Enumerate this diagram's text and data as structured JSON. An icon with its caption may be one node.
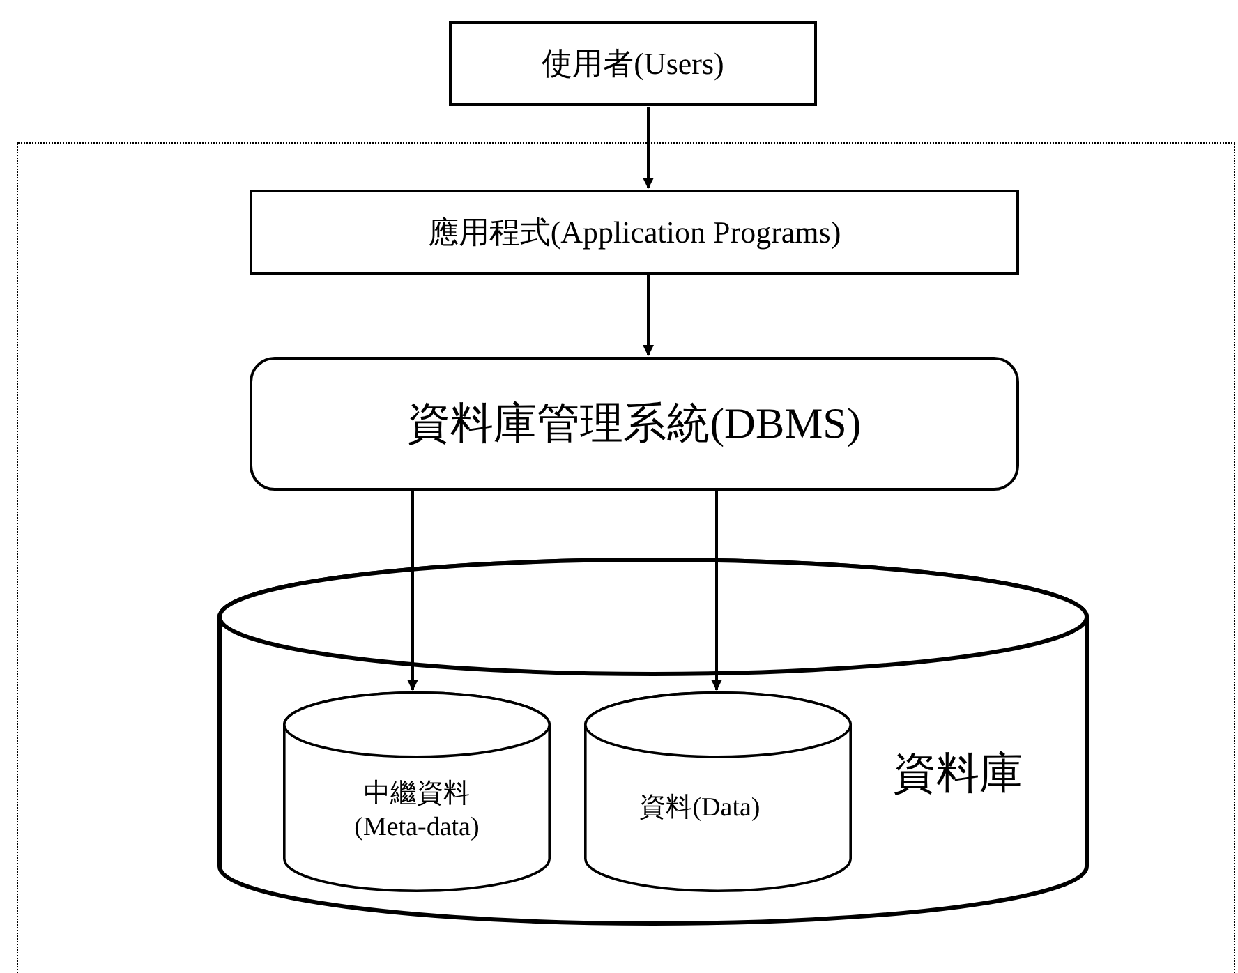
{
  "diagram": {
    "nodes": [
      {
        "text": [
          "使用者(Users)"
        ]
      },
      {
        "text": [],
        "shape": "box"
      },
      {
        "text": [
          "應用程式(Application Programs)"
        ],
        "in": 1
      },
      {
        "text": [
          "資料庫管理系統(DBMS)"
        ],
        "in": 1
      },
      {
        "text": [
          "資料庫"
        ],
        "in": 1
      },
      {
        "text": [
          "中繼資料 (Meta-data)"
        ],
        "in": 4
      },
      {
        "text": [
          "資料(Data)"
        ],
        "in": 4
      }
    ],
    "edges": [
      {
        "from": 0,
        "to": 2,
        "arrow": "to"
      },
      {
        "from": 2,
        "to": 3,
        "arrow": "to"
      },
      {
        "from": 3,
        "to": 5,
        "arrow": "to"
      },
      {
        "from": 3,
        "to": 6,
        "arrow": "to"
      }
    ]
  }
}
